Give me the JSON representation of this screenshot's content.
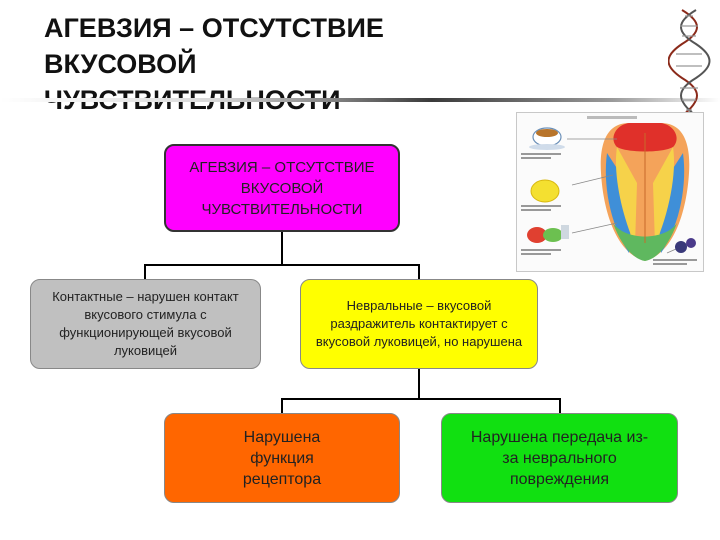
{
  "slide": {
    "title": "АГЕВЗИЯ – ОТСУТСТВИЕ ВКУСОВОЙ ЧУВСТВИТЕЛЬНОСТИ"
  },
  "diagram": {
    "root": "АГЕВЗИЯ – ОТСУТСТВИЕ ВКУСОВОЙ ЧУВСТВИТЕЛЬНОСТИ",
    "contact": "Контактные – нарушен контакт вкусового стимула с функционирующей вкусовой луковицей",
    "neural": "Невральные – вкусовой раздражитель контактирует с вкусовой луковицей, но нарушена",
    "receptor": "Нарушена функция рецептора",
    "transmission": "Нарушена передача из-за неврального повреждения"
  },
  "colors": {
    "root": "#ff00ff",
    "contact": "#c0c0c0",
    "neural": "#ffff00",
    "receptor": "#ff6600",
    "transmission": "#11e011"
  },
  "illustration": {
    "label": "tongue-taste-zones-illustration"
  }
}
